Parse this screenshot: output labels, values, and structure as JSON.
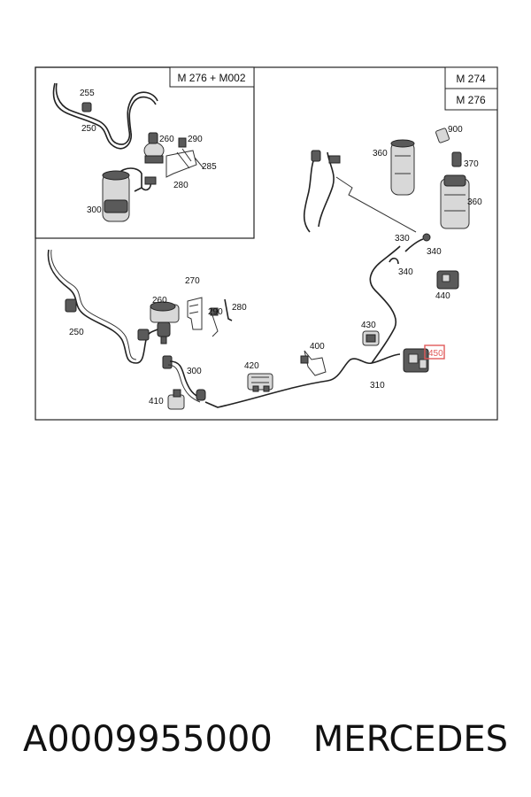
{
  "diagram": {
    "inset_title": "M 276 + M002",
    "engine_tags": [
      "M 274",
      "M 276"
    ],
    "highlight_color": "#e05a5a",
    "inset_labels": [
      "255",
      "250",
      "260",
      "290",
      "285",
      "280",
      "300"
    ],
    "main_labels": [
      "900",
      "360",
      "370",
      "360",
      "330",
      "340",
      "340",
      "440",
      "270",
      "260",
      "290",
      "280",
      "250",
      "430",
      "400",
      "420",
      "300",
      "310",
      "410"
    ],
    "highlighted_label": "450"
  },
  "caption": {
    "part_number": "A0009955000",
    "brand": "MERCEDES"
  }
}
